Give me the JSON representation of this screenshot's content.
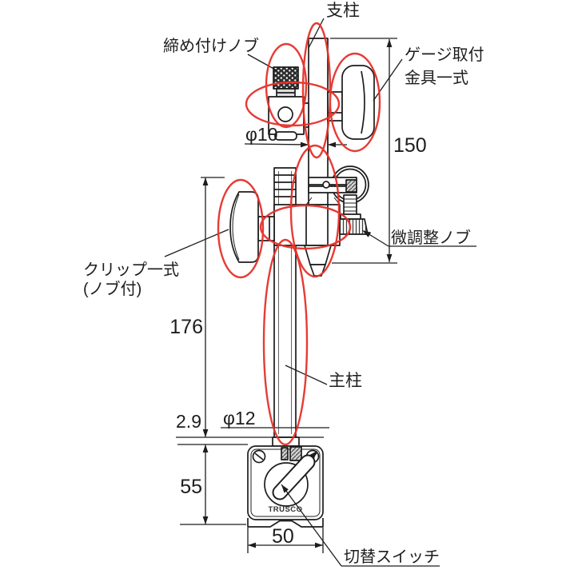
{
  "drawing": {
    "title": "magnet-base-stand-dimension-drawing",
    "part_labels": {
      "support_pillar": "支柱",
      "tightening_knob": "締め付けノブ",
      "gauge_bracket_line1": "ゲージ取付",
      "gauge_bracket_line2": "金具一式",
      "fine_adjust_knob": "微調整ノブ",
      "clip_set_line1": "クリップ一式",
      "clip_set_line2": "(ノブ付)",
      "main_column": "主柱",
      "switch": "切替スイッチ"
    },
    "dimensions": {
      "pillar_diameter": "φ10",
      "column_diameter": "φ12",
      "upper_height": "150",
      "column_height": "176",
      "boss_gap": "2.9",
      "base_height": "55",
      "base_width": "50"
    },
    "logo_text": "TRUSCO",
    "colors": {
      "annotation_red": "#e5312a",
      "line": "#1d1d1d",
      "background": "#ffffff"
    }
  }
}
